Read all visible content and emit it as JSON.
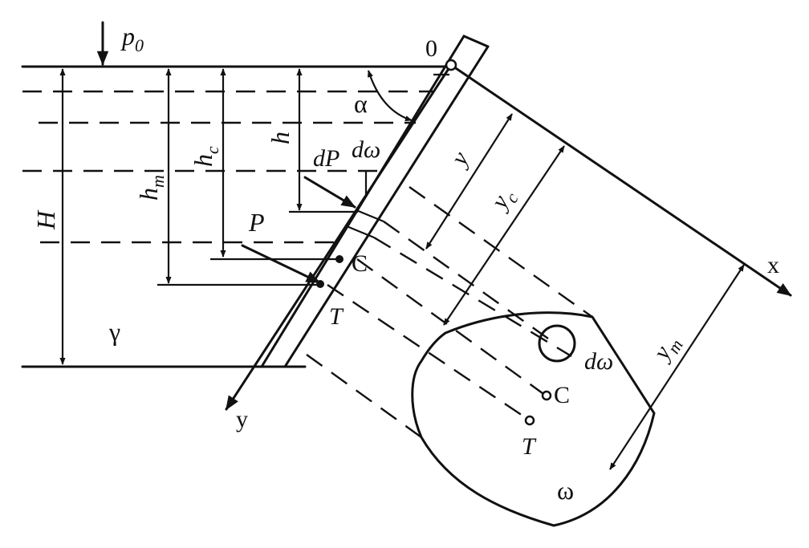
{
  "labels": {
    "p0": "p",
    "p0_sub": "0",
    "origin": "0",
    "alpha": "α",
    "H": "H",
    "hT": "h",
    "hT_sub": "т",
    "hc": "h",
    "hc_sub": "c",
    "h": "h",
    "dP": "dP",
    "domega_top": "dω",
    "P": "P",
    "C_plate": "C",
    "T_plate": "T",
    "gamma": "γ",
    "y_axis": "y",
    "x_axis": "x",
    "y_dim": "y",
    "yc_dim": "y",
    "yc_sub": "c",
    "yT_dim": "y",
    "yT_sub": "т",
    "domega_area": "dω",
    "C_area": "C",
    "T_area": "T",
    "omega": "ω"
  },
  "colors": {
    "ink": "#111111",
    "background": "#ffffff"
  }
}
